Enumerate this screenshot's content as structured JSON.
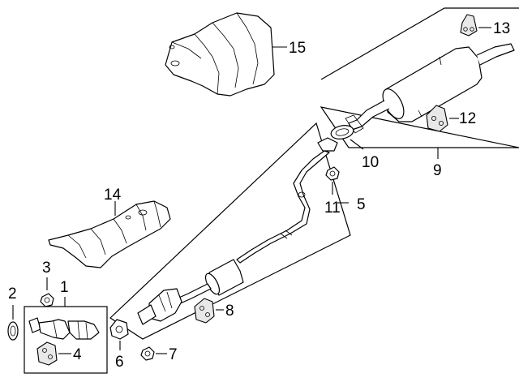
{
  "callouts": {
    "c1": "1",
    "c2": "2",
    "c3": "3",
    "c4": "4",
    "c5": "5",
    "c6": "6",
    "c7": "7",
    "c8": "8",
    "c9": "9",
    "c10": "10",
    "c11": "11",
    "c12": "12",
    "c13": "13",
    "c14": "14",
    "c15": "15"
  },
  "icons": {
    "front_pipe": "catalytic-converter-front-pipe",
    "muffler": "rear-muffler",
    "heat_shield_upper": "heat-shield-upper",
    "heat_shield_lower": "heat-shield-lower",
    "center_pipe": "center-exhaust-pipe-with-resonator"
  }
}
